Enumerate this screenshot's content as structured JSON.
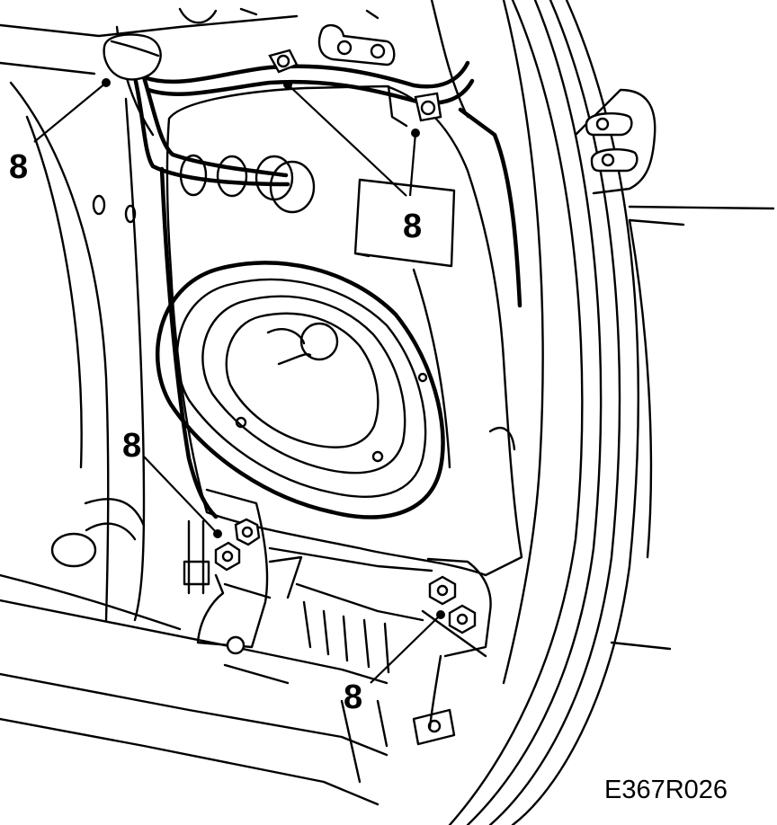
{
  "diagram": {
    "callouts": [
      {
        "id": "callout-upper-left",
        "label": "8"
      },
      {
        "id": "callout-upper-right",
        "label": "8"
      },
      {
        "id": "callout-lower-left",
        "label": "8"
      },
      {
        "id": "callout-lower-right",
        "label": "8"
      }
    ],
    "figure_id": "E367R026"
  }
}
